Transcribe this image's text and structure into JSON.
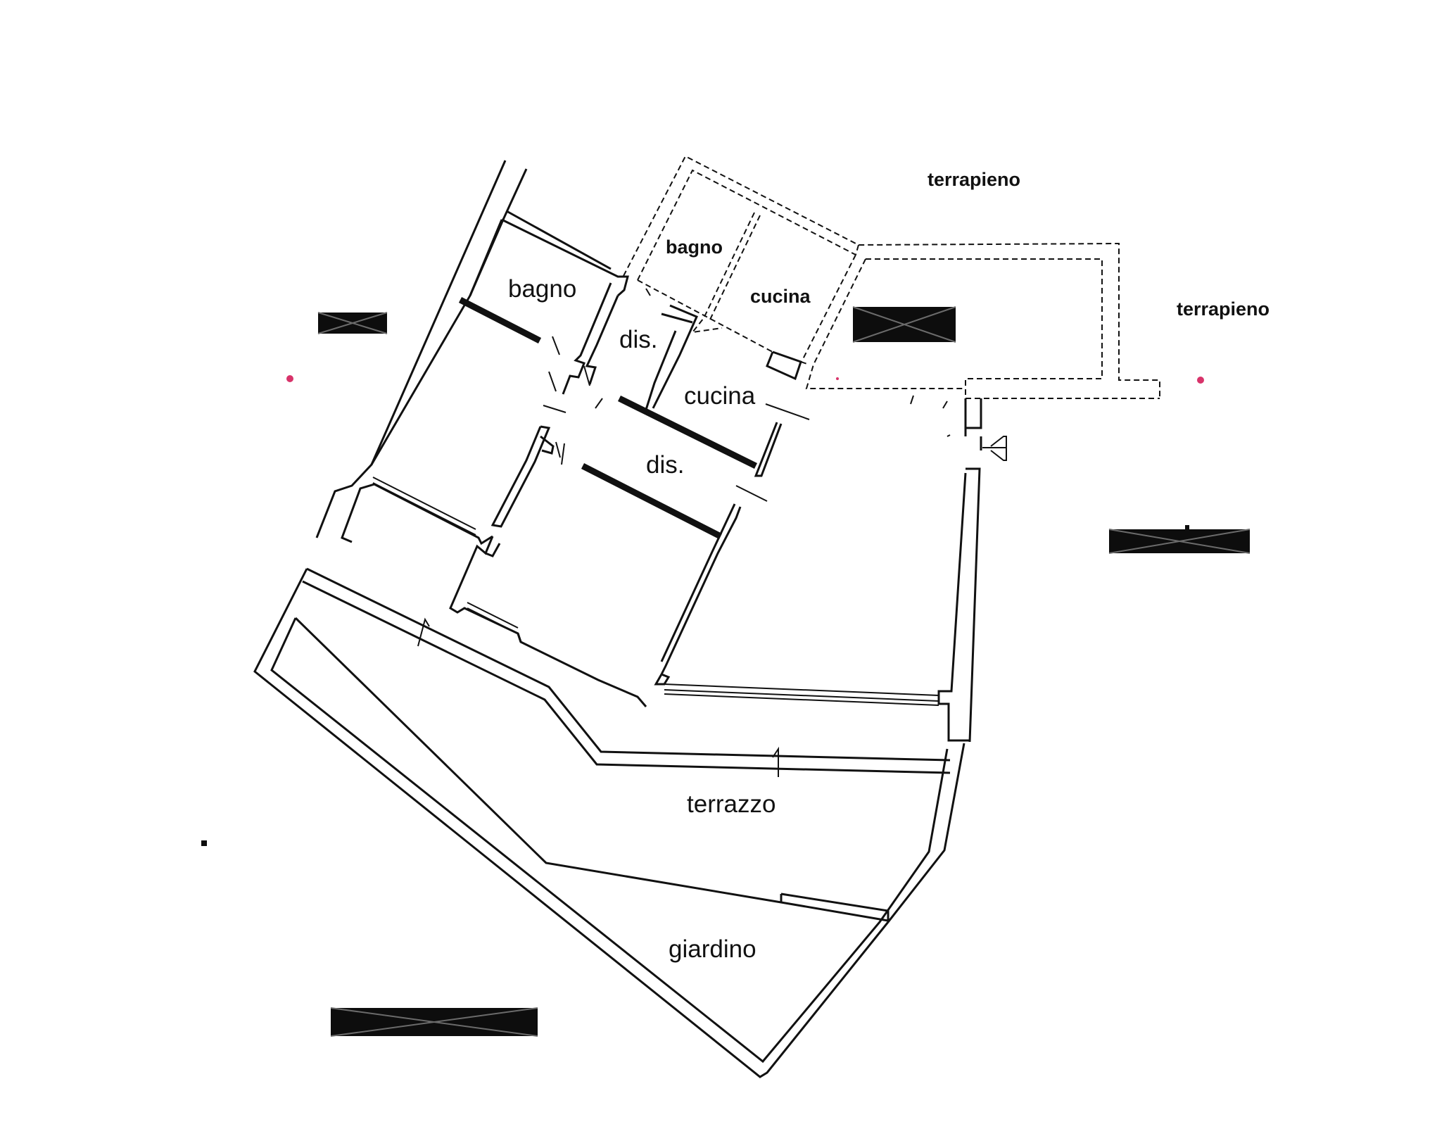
{
  "rooms": {
    "terrapieno_top": "terrapieno",
    "terrapieno_right": "terrapieno",
    "bagno_upper": "bagno",
    "cucina_upper": "cucina",
    "bagno_main": "bagno",
    "dis_upper": "dis.",
    "cucina_main": "cucina",
    "dis_lower": "dis.",
    "terrazzo": "terrazzo",
    "giardino": "giardino"
  },
  "colors": {
    "line": "#111111",
    "redaction": "#0d0d0d",
    "redaction_cross": "#6b6b6b",
    "stain": "#d8336a"
  }
}
